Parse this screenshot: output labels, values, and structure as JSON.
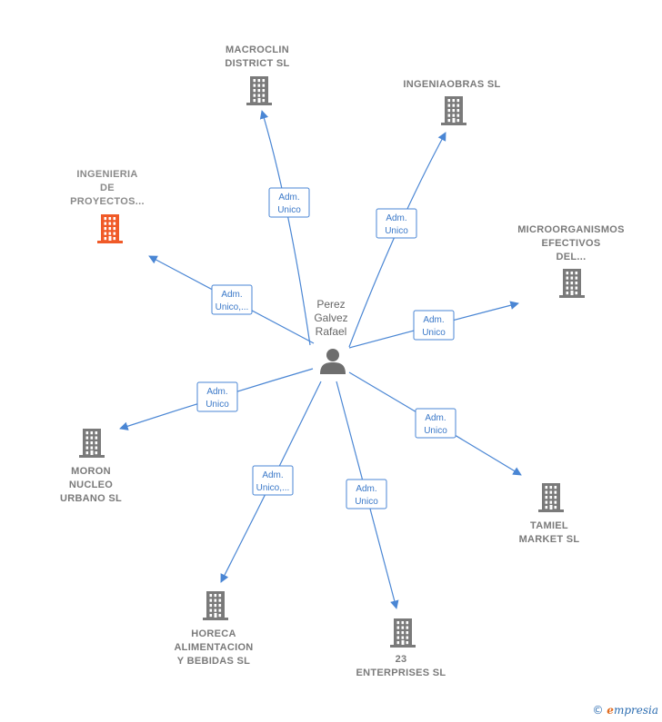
{
  "person": {
    "name_lines": [
      "Perez",
      "Galvez",
      "Rafael"
    ]
  },
  "colors": {
    "edge": "#4a86d4",
    "building": "#7a7a7a",
    "building_highlight": "#f05a28"
  },
  "companies": [
    {
      "id": "macroclin",
      "label_lines": [
        "MACROCLIN",
        "DISTRICT  SL"
      ],
      "role_lines": [
        "Adm.",
        "Unico"
      ],
      "highlight": false
    },
    {
      "id": "ingeniaobras",
      "label_lines": [
        "INGENIAOBRAS SL"
      ],
      "role_lines": [
        "Adm.",
        "Unico"
      ],
      "highlight": false
    },
    {
      "id": "ingenieria",
      "label_lines": [
        "INGENIERIA",
        "DE",
        "PROYECTOS..."
      ],
      "role_lines": [
        "Adm.",
        "Unico,..."
      ],
      "highlight": true
    },
    {
      "id": "microorganismos",
      "label_lines": [
        "MICROORGANISMOS",
        "EFECTIVOS",
        "DEL..."
      ],
      "role_lines": [
        "Adm.",
        "Unico"
      ],
      "highlight": false
    },
    {
      "id": "moron",
      "label_lines": [
        "MORON",
        "NUCLEO",
        "URBANO SL"
      ],
      "role_lines": [
        "Adm.",
        "Unico"
      ],
      "highlight": false
    },
    {
      "id": "tamiel",
      "label_lines": [
        "TAMIEL",
        "MARKET  SL"
      ],
      "role_lines": [
        "Adm.",
        "Unico"
      ],
      "highlight": false
    },
    {
      "id": "horeca",
      "label_lines": [
        "HORECA",
        "ALIMENTACION",
        "Y BEBIDAS  SL"
      ],
      "role_lines": [
        "Adm.",
        "Unico,..."
      ],
      "highlight": false
    },
    {
      "id": "enterprises23",
      "label_lines": [
        "23",
        "ENTERPRISES SL"
      ],
      "role_lines": [
        "Adm.",
        "Unico"
      ],
      "highlight": false
    }
  ],
  "footer": {
    "copyright": "©",
    "brand_first": "e",
    "brand_rest": "mpresia"
  }
}
